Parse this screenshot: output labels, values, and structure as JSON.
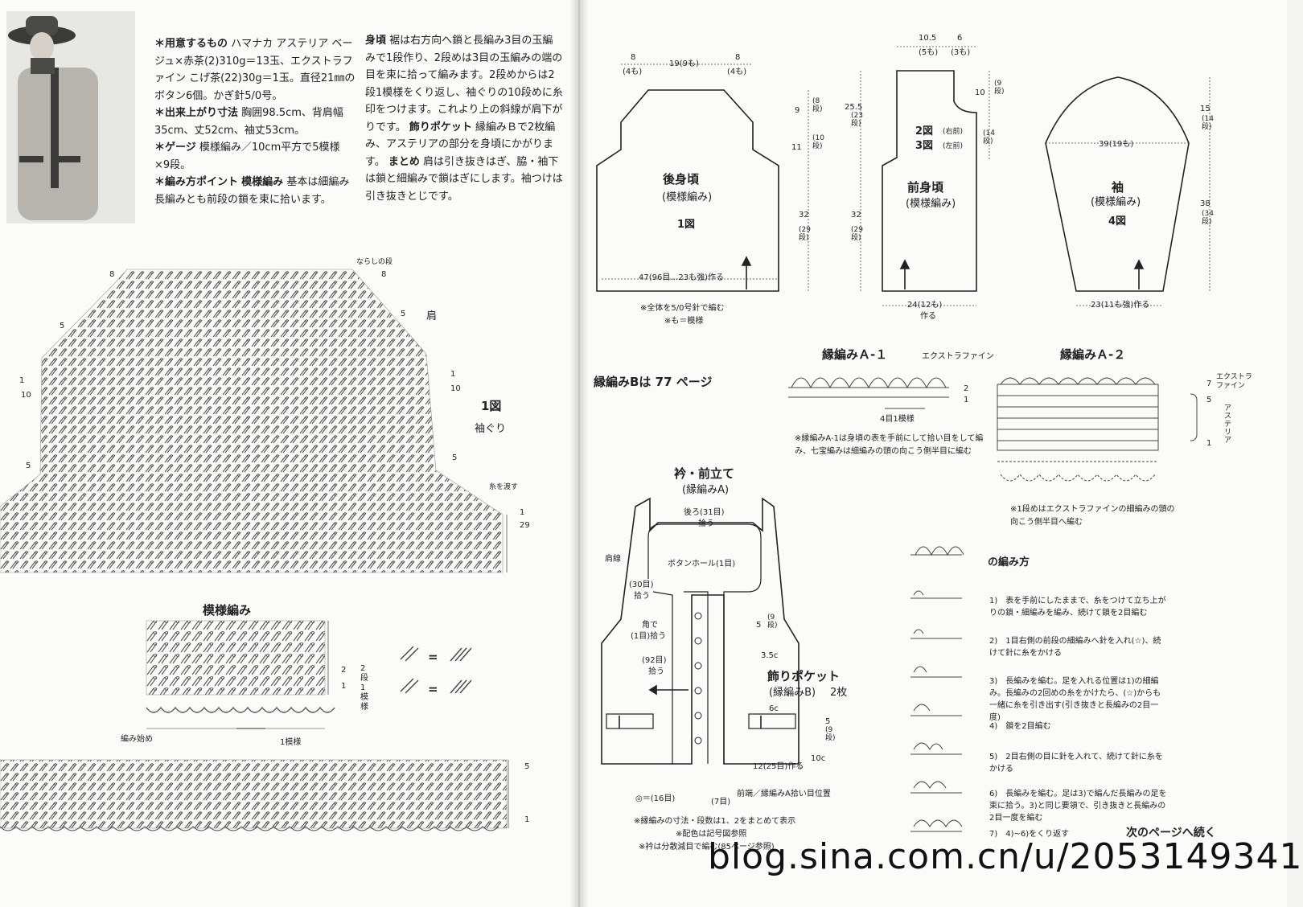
{
  "intro": {
    "materials_title": "＊用意するもの",
    "materials_body": "ハマナカ アステリア ベージュ×赤茶(2)310g＝13玉、エクストラファイン こげ茶(22)30g＝1玉。直径21㎜のボタン6個。かぎ針5/0号。",
    "size_title": "＊出来上がり寸法",
    "size_body": "胸囲98.5cm、背肩幅35cm、丈52cm、袖丈53cm。",
    "gauge_title": "＊ゲージ",
    "gauge_body": "模様編み／10cm平方で5模様 ×9段。",
    "points_title": "＊編み方ポイント",
    "points_sub": "模様編み",
    "points_body": "基本は細編み長編みとも前段の鎖を束に拾います。",
    "body_title": "身頃",
    "body_text": "裾は右方向へ鎖と長編み3目の玉編みで1段作り、2段めは3目の玉編みの端の目を束に拾って編みます。2段めからは2段1模様をくり返し、袖ぐりの10段めに糸印をつけます。これより上の斜線が肩下がりです。",
    "pocket_title": "飾りポケット",
    "pocket_text": "縁編みＢで2枚編み、アステリアの部分を身頃にかがります。",
    "finish_title": "まとめ",
    "finish_text": "肩は引き抜きはぎ、脇・袖下は鎖と細編みで鎖はぎにします。袖つけは引き抜きとじです。"
  },
  "chart1": {
    "title": "1図",
    "armhole": "袖ぐり",
    "shoulder": "肩",
    "top_note": "ならしの段",
    "yarn_note": "糸を渡す",
    "row_marks": [
      "8",
      "8",
      "5",
      "5",
      "10",
      "1",
      "1",
      "10",
      "5",
      "5",
      "1",
      "29",
      "5",
      "1"
    ]
  },
  "pattern": {
    "title": "模様編み",
    "start": "編み始め",
    "repeat": "1模様",
    "rows": "2段1模様",
    "r2": "2",
    "r1": "1",
    "eq": "="
  },
  "back": {
    "title": "後身頃",
    "sub": "(模様編み)",
    "fig": "1図",
    "top_l": "8",
    "top_l2": "(4も)",
    "top_m": "19(9も)",
    "top_r": "8",
    "top_r2": "(4も)",
    "h1": "9",
    "h1b": "(8段)",
    "h2": "11",
    "h2b": "(10段)",
    "h3": "32",
    "h3b": "(29段)",
    "bottom": "47(96目…23も強)作る",
    "note1": "※全体を5/0号針で編む",
    "note2": "※も＝模様"
  },
  "front": {
    "title": "前身頃",
    "sub": "(模様編み)",
    "fig1": "2図",
    "fig1n": "(右前)",
    "fig2": "3図",
    "fig2n": "(左前)",
    "top_a": "10.5",
    "top_b": "6",
    "top_a2": "(5も)",
    "top_b2": "(3も)",
    "h_total": "25.5",
    "h_total_b": "(23段)",
    "h_low": "32",
    "h_low_b": "(29段)",
    "h_neck": "10",
    "h_neck_b": "(9段)",
    "h_arm_b": "(14段)",
    "bottom": "24(12も)",
    "bottom2": "作る"
  },
  "sleeve": {
    "title": "袖",
    "sub": "(模様編み)",
    "fig": "4図",
    "width": "39(19も)",
    "cap": "15",
    "cap_b": "(14段)",
    "len": "38",
    "len_b": "(34段)",
    "bottom": "23(11も強)作る"
  },
  "edgeB": "縁編みBは 77 ページ",
  "edgeA1": {
    "title": "縁編みＡ-１",
    "yarn": "エクストラファイン",
    "repeat": "4目1模様",
    "note": "※縁編みA-1は身頃の表を手前にして拾い目をして編み、七宝編みは細編みの頭の向こう側半目に編む",
    "r2": "2",
    "r1": "1"
  },
  "edgeA2": {
    "title": "縁編みＡ-２",
    "yarn": "エクストラファイン",
    "yarn2": "アステリア",
    "r7": "7",
    "r5": "5",
    "r1": "1",
    "note": "※1段めはエクストラファインの細編みの頭の向こう側半目へ編む"
  },
  "collar": {
    "title": "衿・前立て",
    "sub": "(縁編みA)",
    "back": "後ろ(31目)",
    "back2": "拾う",
    "shoulder": "肩線",
    "buttonhole": "ボタンホール(1目)",
    "pick30": "(30目)",
    "pick30b": "拾う",
    "corner": "角で",
    "corner2": "(1目)拾う",
    "pick92": "(92目)",
    "pick92b": "拾う",
    "r5": "5",
    "r5b": "(9段)",
    "c35": "3.5c",
    "pocket": "飾りポケット",
    "pocket2": "(縁編みB)",
    "pocket3": "2枚",
    "c6": "6c",
    "p5": "5",
    "p5b": "(9段)",
    "make": "12(25目)作る",
    "c10": "10c",
    "p16": "◎＝(16目)",
    "p7": "(7目)",
    "front_edge": "前端／縁編みA拾い目位置",
    "n1": "※縁編みの寸法・段数は1、2をまとめて表示",
    "n2": "※配色は記号図参照",
    "n3": "※衿は分散減目で編む(85ページ参照)"
  },
  "howto": {
    "title": "の編み方",
    "steps": [
      "1)　表を手前にしたままで、糸をつけて立ち上がりの鎖・細編みを編み、続けて鎖を2目編む",
      "2)　1目右側の前段の細編みへ針を入れ(☆)、続けて針に糸をかける",
      "3)　長編みを編む。足を入れる位置は1)の細編み。長編みの2回めの糸をかけたら、(☆)からも一緒に糸を引き出す(引き抜きと長編みの2目一度)",
      "4)　鎖を2目編む",
      "5)　2目右側の目に針を入れて、続けて針に糸をかける",
      "6)　長編みを編む。足は3)で編んだ長編みの足を束に拾う。3)と同じ要領で、引き抜きと長編みの2目一度を編む",
      "7)　4)~6)をくり返す"
    ],
    "next": "次のページへ続く"
  },
  "watermark": "blog.sina.com.cn/u/2053149341"
}
